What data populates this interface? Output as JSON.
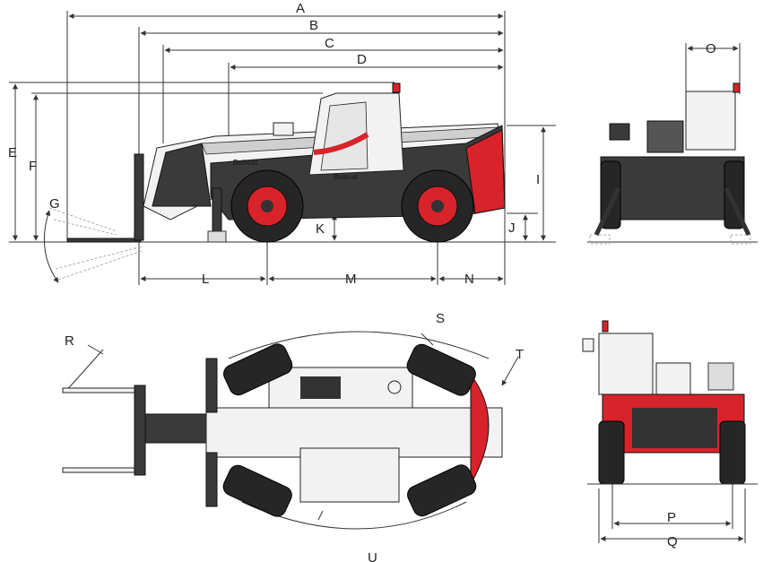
{
  "brand": {
    "wordmark": "Bobcat"
  },
  "dimensions": {
    "A": "A",
    "B": "B",
    "C": "C",
    "D": "D",
    "E": "E",
    "F": "F",
    "G": "G",
    "I": "I",
    "J": "J",
    "K": "K",
    "L": "L",
    "M": "M",
    "N": "N",
    "O": "O",
    "P": "P",
    "Q": "Q",
    "R": "R",
    "S": "S",
    "T": "T",
    "U": "U"
  },
  "colors": {
    "accent": "#d8232a",
    "body": "#3a3a3a",
    "cab": "#f2f2f2"
  }
}
